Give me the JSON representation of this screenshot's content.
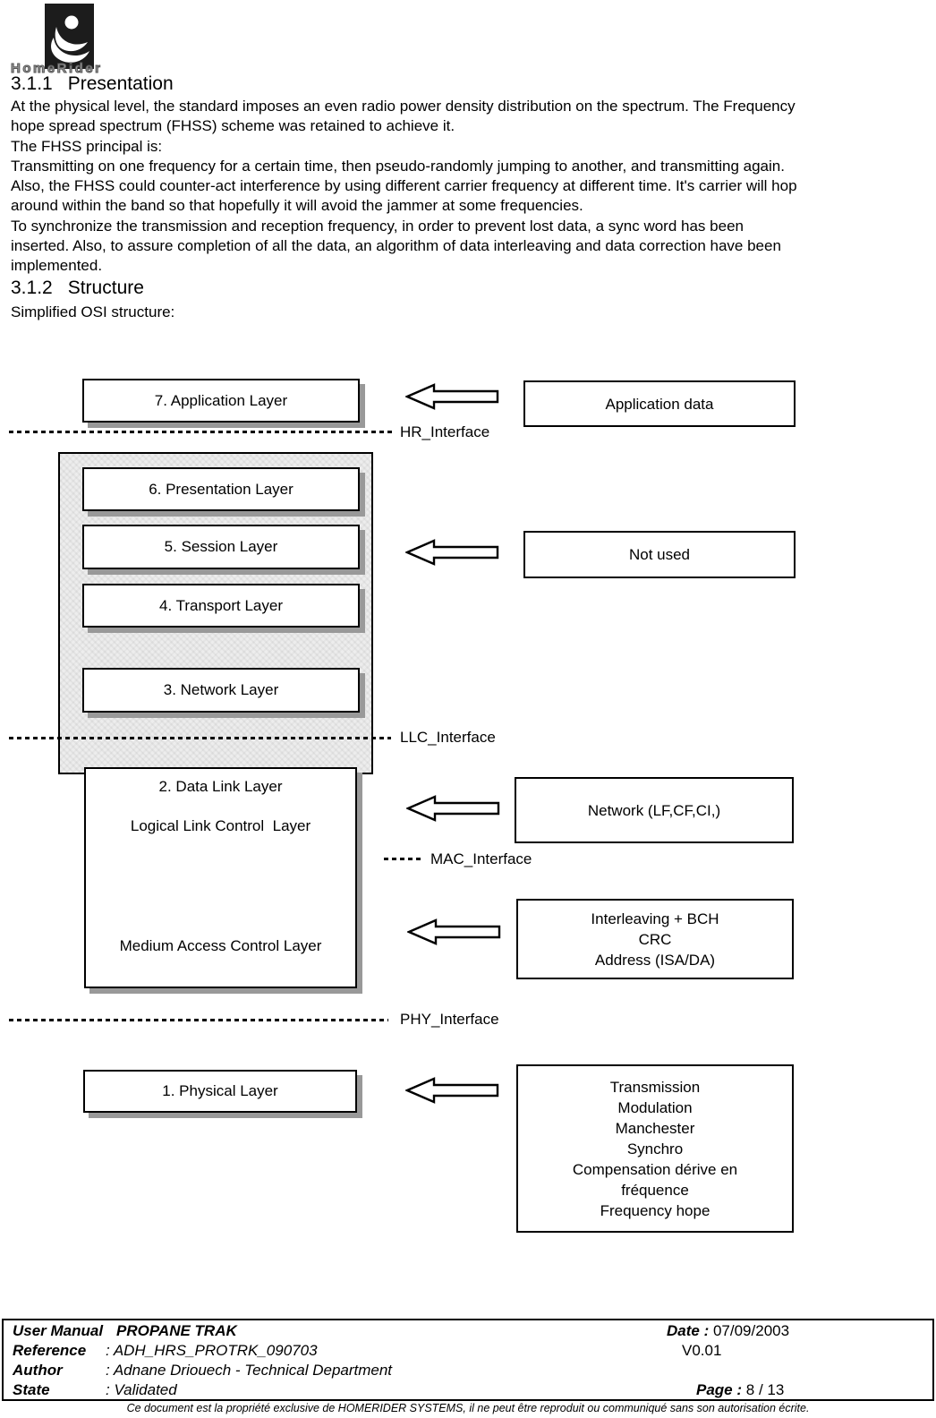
{
  "brand": "HomeRider",
  "sections": {
    "presentation": {
      "number": "3.1.1",
      "title": "Presentation",
      "body": "At the physical level, the standard imposes an even radio power density distribution on the spectrum. The Frequency\nhope spread spectrum (FHSS) scheme was retained to achieve it.\nThe FHSS principal is:\nTransmitting on one frequency for a certain time, then pseudo-randomly jumping to another, and transmitting again.\nAlso, the FHSS could counter-act interference by using different carrier frequency at different time. It's carrier will hop\naround within the band so that hopefully it will avoid the jammer at some frequencies.\nTo synchronize the transmission and reception frequency, in order to prevent lost data, a sync word has been\ninserted. Also, to assure completion of all the data, an algorithm of data interleaving and data correction have been\nimplemented."
    },
    "structure": {
      "number": "3.1.2",
      "title": "Structure",
      "intro": "Simplified OSI structure:"
    }
  },
  "diagram": {
    "layers": {
      "application": "7. Application Layer",
      "presentation": "6. Presentation Layer",
      "session": "5. Session Layer",
      "transport": "4. Transport Layer",
      "network": "3. Network Layer",
      "datalink": {
        "title": "2. Data Link Layer",
        "llc": "Logical Link Control  Layer",
        "mac": "Medium Access Control Layer"
      },
      "physical": "1. Physical Layer"
    },
    "interfaces": {
      "hr": "HR_Interface",
      "llc": "LLC_Interface",
      "mac": "MAC_Interface",
      "phy": "PHY_Interface"
    },
    "annotations": {
      "application": "Application data",
      "session": "Not used",
      "network": "Network (LF,CF,CI,)",
      "mac": "Interleaving + BCH\nCRC\nAddress (ISA/DA)",
      "physical": "Transmission\nModulation\nManchester\nSynchro\nCompensation dérive en\nfréquence\nFrequency hope"
    }
  },
  "footer": {
    "doc_type_label": "User Manual",
    "doc_title": "PROPANE TRAK",
    "date_label": "Date :",
    "date_value": "07/09/2003",
    "reference_label": "Reference",
    "reference_value": ": ADH_HRS_PROTRK_090703",
    "version": "V0.01",
    "author_label": "Author",
    "author_value": ": Adnane Driouech - Technical Department",
    "state_label": "State",
    "state_value": ": Validated",
    "page_label": "Page :",
    "page_value": "8 / 13",
    "notice": "Ce document est la propriété exclusive  de HOMERIDER SYSTEMS, il ne peut être reproduit ou communiqué sans son autorisation écrite."
  },
  "colors": {
    "box_shadow": "#999999",
    "gray_fill": "#ededed",
    "ink": "#000000"
  }
}
